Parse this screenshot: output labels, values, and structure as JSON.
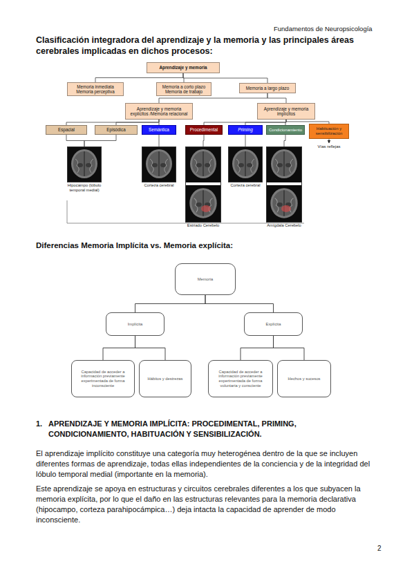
{
  "diagram": {
    "title": "Clasificación integradora del aprendizaje y la memoria y las principales áreas cerebrales implicadas en dichos procesos:",
    "nodes": [
      {
        "text": [
          "Aprendizaje y memoria"
        ]
      },
      {
        "text": [
          "Memoria inmediata Memoria perceptiva"
        ]
      },
      {
        "text": [
          "Memoria a corto plazo Memoria de trabajo"
        ]
      },
      {
        "text": [
          "Memoria a largo plazo"
        ]
      },
      {
        "text": [
          "Aprendizaje y memoria explícitos /Memoria relacional"
        ]
      },
      {
        "text": [
          "Aprendizaje y memoria implícitos"
        ]
      },
      {
        "text": [
          "Espacial"
        ]
      },
      {
        "text": [
          "Episódica"
        ]
      },
      {
        "text": [
          "Semántica"
        ]
      },
      {
        "text": [
          "Procedimental"
        ]
      },
      {
        "text": [
          "Priming"
        ]
      },
      {
        "text": [
          "Condicionamiento"
        ]
      },
      {
        "text": [
          "Habituación y sensibilización"
        ]
      },
      {
        "text": [
          "Hipocampo (lóbulo temporal medial)"
        ]
      },
      {
        "text": [
          "Corteza cerebral"
        ]
      },
      {
        "text": [
          "Estriado Cerebelo"
        ]
      },
      {
        "text": [
          "Corteza cerebral"
        ]
      },
      {
        "text": [
          "Amígdala Cerebelo"
        ]
      },
      {
        "text": [
          "Vías reflejas"
        ]
      },
      {
        "text": [
          "Memoria"
        ]
      },
      {
        "text": [
          "Implícita"
        ]
      },
      {
        "text": [
          "Explícita"
        ]
      },
      {
        "text": [
          "Capacidad de acceder a información previamente experimentada de forma inconsciente"
        ]
      },
      {
        "text": [
          "Hábitos y destrezas"
        ]
      },
      {
        "text": [
          "Capacidad de acceder a información previamente experimentada de forma voluntaria y consciente"
        ]
      },
      {
        "text": [
          "Hechos y sucesos"
        ]
      }
    ],
    "edges": [
      {
        "from": 0,
        "to": 1,
        "arrow": "none"
      },
      {
        "from": 0,
        "to": 2,
        "arrow": "none"
      },
      {
        "from": 0,
        "to": 3,
        "arrow": "none"
      },
      {
        "from": 3,
        "to": 4,
        "arrow": "none"
      },
      {
        "from": 3,
        "to": 5,
        "arrow": "none"
      },
      {
        "from": 4,
        "to": 6,
        "arrow": "none"
      },
      {
        "from": 4,
        "to": 7,
        "arrow": "none"
      },
      {
        "from": 4,
        "to": 8,
        "arrow": "none"
      },
      {
        "from": 5,
        "to": 9,
        "arrow": "none"
      },
      {
        "from": 5,
        "to": 10,
        "arrow": "none"
      },
      {
        "from": 5,
        "to": 11,
        "arrow": "none"
      },
      {
        "from": 5,
        "to": 12,
        "arrow": "none"
      },
      {
        "from": 6,
        "to": 13,
        "arrow": "none"
      },
      {
        "from": 7,
        "to": 13,
        "arrow": "none"
      },
      {
        "from": 8,
        "to": 14,
        "arrow": "none"
      },
      {
        "from": 9,
        "to": 15,
        "arrow": "none"
      },
      {
        "from": 10,
        "to": 16,
        "arrow": "none"
      },
      {
        "from": 11,
        "to": 17,
        "arrow": "none"
      },
      {
        "from": 12,
        "to": 18,
        "arrow": "to"
      },
      {
        "from": 19,
        "to": 20,
        "arrow": "none"
      },
      {
        "from": 19,
        "to": 21,
        "arrow": "none"
      },
      {
        "from": 20,
        "to": 22,
        "arrow": "none"
      },
      {
        "from": 20,
        "to": 23,
        "arrow": "none"
      },
      {
        "from": 21,
        "to": 24,
        "arrow": "none"
      },
      {
        "from": 21,
        "to": 25,
        "arrow": "none"
      }
    ],
    "labels": [
      "Fundamentos de Neuropsicología",
      "Diferencias Memoria Implícita vs. Memoria explícita:",
      "1.",
      "APRENDIZAJE Y MEMORIA IMPLÍCITA: PROCEDIMENTAL, PRIMING, CONDICIONAMIENTO, HABITUACIÓN Y SENSIBILIZACIÓN.",
      "El aprendizaje implícito constituye una categoría muy heterogénea dentro de la que se incluyen diferentes formas de aprendizaje, todas ellas independientes de la conciencia y de la integridad del lóbulo temporal medial (importante en la memoria).",
      "Este aprendizaje se apoya en estructuras y circuitos cerebrales diferentes a los que subyacen la memoria explícita, por lo que el daño en las estructuras relevantes para la memoria declarativa (hipocampo, corteza parahipocámpica…) deja intacta la capacidad de aprender de modo inconsciente.",
      "2"
    ]
  }
}
